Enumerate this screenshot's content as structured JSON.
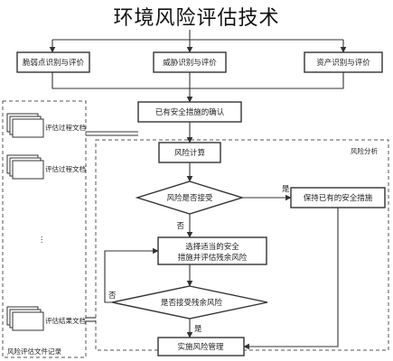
{
  "title": "环境风险评估技术",
  "top_boxes": [
    "资产识别与评价",
    "威胁识别与评价",
    "脆弱点识别与评价"
  ],
  "existing_measures": "已有安全措施的确认",
  "risk_calc": "风险计算",
  "risk_accept_q": "风险是否接受",
  "keep_measures": "保持已有的安全措施",
  "choose_measures_line1": "选择适当的安全",
  "choose_measures_line2": "措施并评估残余风险",
  "residual_accept_q": "是否接受残余风险",
  "implement": "实施风险管理",
  "risk_analysis_label": "风险分析",
  "yes": "是",
  "no": "否",
  "docs": [
    "评估过程文档",
    "评估过程文档",
    "评估结果文档"
  ],
  "ellipsis": "⋮",
  "record_label": "风险评估文件记录"
}
